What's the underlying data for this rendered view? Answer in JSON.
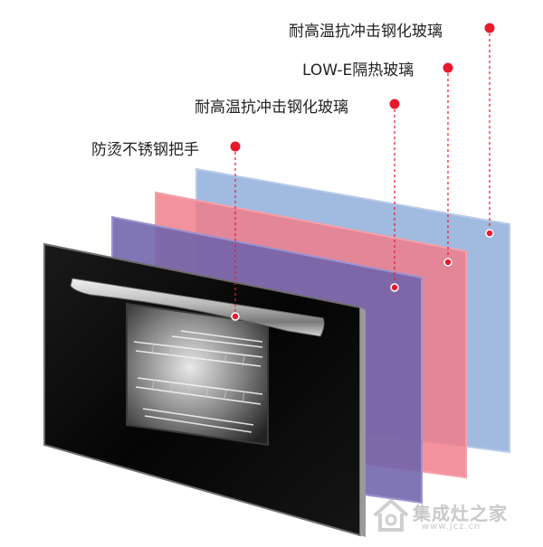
{
  "labels": {
    "outer_glass": "耐高温抗冲击钢化玻璃",
    "low_e_glass": "LOW-E隔热玻璃",
    "inner_glass": "耐高温抗冲击钢化玻璃",
    "handle": "防烫不锈钢把手"
  },
  "watermark": {
    "brand": "集成灶之家",
    "url": "www.jcz.cn"
  },
  "colors": {
    "blue_glass": "#8faedb",
    "red_glass": "#f07a88",
    "purple_glass": "#7e6fb2",
    "door_black": "#0c0c0c",
    "marker_red": "#e8192c"
  }
}
